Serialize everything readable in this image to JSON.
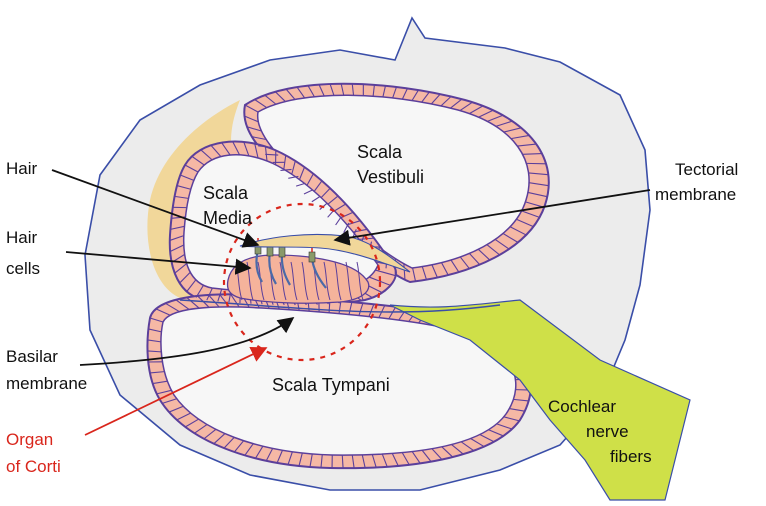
{
  "labels": {
    "hair": "Hair",
    "hair_cells_1": "Hair",
    "hair_cells_2": "cells",
    "basilar_1": "Basilar",
    "basilar_2": "membrane",
    "organ_1": "Organ",
    "organ_2": "of Corti",
    "scala_media_1": "Scala",
    "scala_media_2": "Media",
    "scala_vestibuli_1": "Scala",
    "scala_vestibuli_2": "Vestibuli",
    "tectorial_1": "Tectorial",
    "tectorial_2": "membrane",
    "scala_tympani": "Scala Tympani",
    "cochlear_1": "Cochlear",
    "cochlear_2": "nerve",
    "cochlear_3": "fibers"
  },
  "colors": {
    "outer_tissue": "#ececec",
    "outline": "#3a4ea8",
    "cell_fill": "#f5b8a5",
    "cell_outline": "#5b3f9b",
    "bone_tan": "#f1d79a",
    "nerve": "#cfe048",
    "chamber": "#f7f7f7",
    "corti": "#f5b39b",
    "annotation_red": "#d9261c"
  }
}
